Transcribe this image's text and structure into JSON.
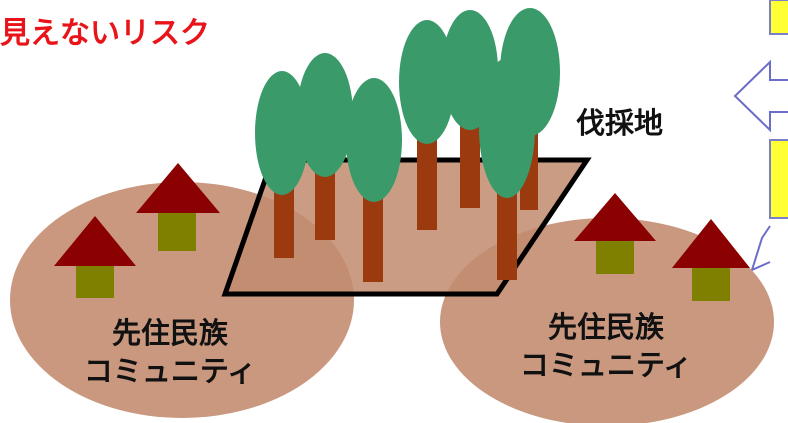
{
  "title": "見えないリスク",
  "logging_site_label": "伐採地",
  "communities": [
    {
      "line1": "先住民族",
      "line2": "コミュニティ"
    },
    {
      "line1": "先住民族",
      "line2": "コミュニティ"
    }
  ],
  "colors": {
    "title_red": "#e8141a",
    "community_fill": "#c9987f",
    "tree_green": "#3a9a6a",
    "trunk_brown": "#9b3a0e",
    "roof_red": "#8b0000",
    "house_olive": "#7f7f00",
    "note_yellow": "#ffff33"
  },
  "icons": [
    "tree-icon",
    "house-icon",
    "arrow-left-icon"
  ]
}
